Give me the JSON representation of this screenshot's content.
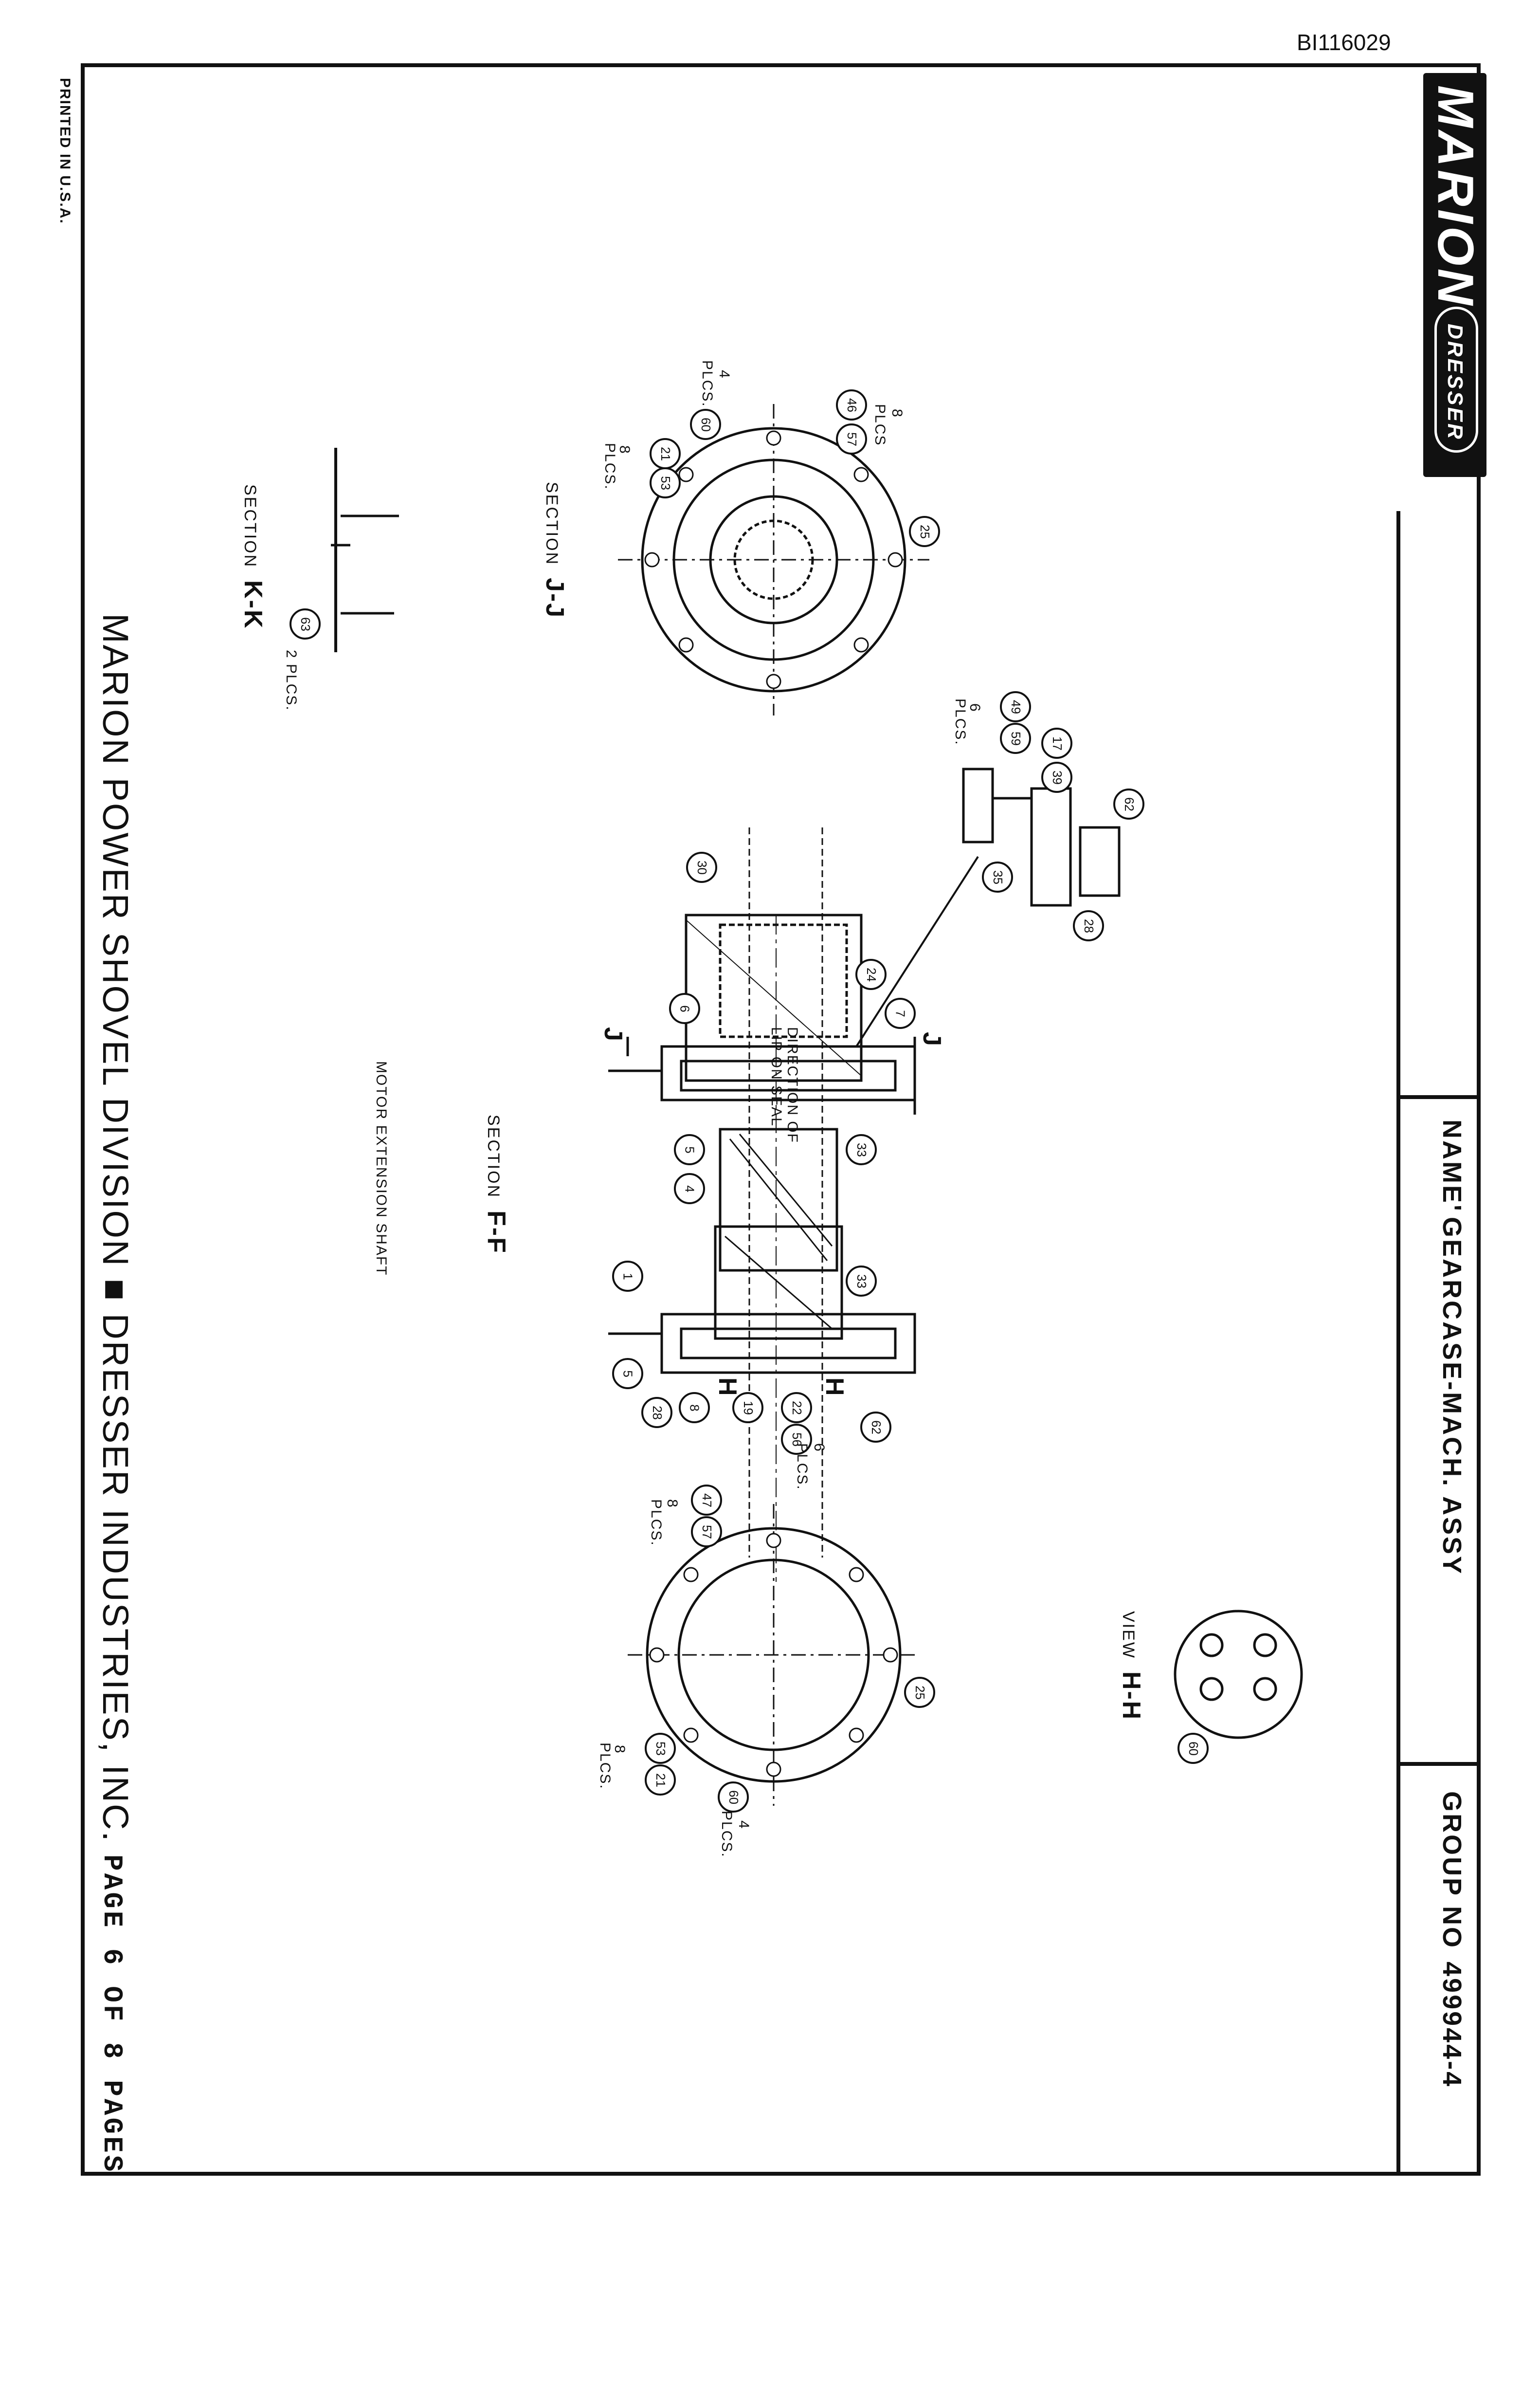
{
  "doc_id": "BI116029",
  "printed": "PRINTED IN U.S.A.",
  "logo": {
    "brand": "MARION",
    "sub": "DRESSER"
  },
  "title_block": {
    "name_label": "NAME",
    "name_value": "GEARCASE-MACH. ASSY",
    "group_label": "GROUP NO",
    "group_value": "499944-4"
  },
  "footer": {
    "company": "MARION POWER SHOVEL DIVISION ■ DRESSER INDUSTRIES, INC.",
    "page": "PAGE 6 OF 8 PAGES"
  },
  "drawing": {
    "section_jj": "SECTION",
    "section_jj_mark": "J-J",
    "section_kk": "SECTION",
    "section_kk_mark": "K-K",
    "section_ff": "SECTION",
    "section_ff_mark": "F-F",
    "view_hh": "VIEW",
    "view_hh_mark": "H-H",
    "motor_ext": "MOTOR EXTENSION SHAFT",
    "direction_of": "DIRECTION OF",
    "lip_on_seal": "LIP ON SEAL",
    "notes": {
      "n4plcs_a": "4",
      "plcs": "PLCS.",
      "n8plcs": "8",
      "plcs8": "PLCS",
      "n8b": "8",
      "plcs8b": "PLCS.",
      "n6plcs": "6",
      "plcs6": "PLCS.",
      "two_plcs": "2 PLCS.",
      "six_plcs_b": "6",
      "plcs6b": "PLCS.",
      "n8c": "8",
      "plcs8c": "PLCS.",
      "n8d": "8",
      "plcs8d": "PLCS.",
      "n4b": "4",
      "plcs4b": "PLCS."
    },
    "callouts": [
      "46",
      "57",
      "60",
      "21",
      "53",
      "25",
      "49",
      "59",
      "17",
      "39",
      "62",
      "35",
      "28",
      "30",
      "24",
      "7",
      "6",
      "33",
      "5",
      "4",
      "1",
      "33",
      "62",
      "5",
      "28",
      "8",
      "19",
      "22",
      "56",
      "47",
      "57",
      "25",
      "53",
      "21",
      "60",
      "63",
      "60"
    ],
    "section_letters": [
      "J",
      "J",
      "H",
      "H"
    ]
  }
}
